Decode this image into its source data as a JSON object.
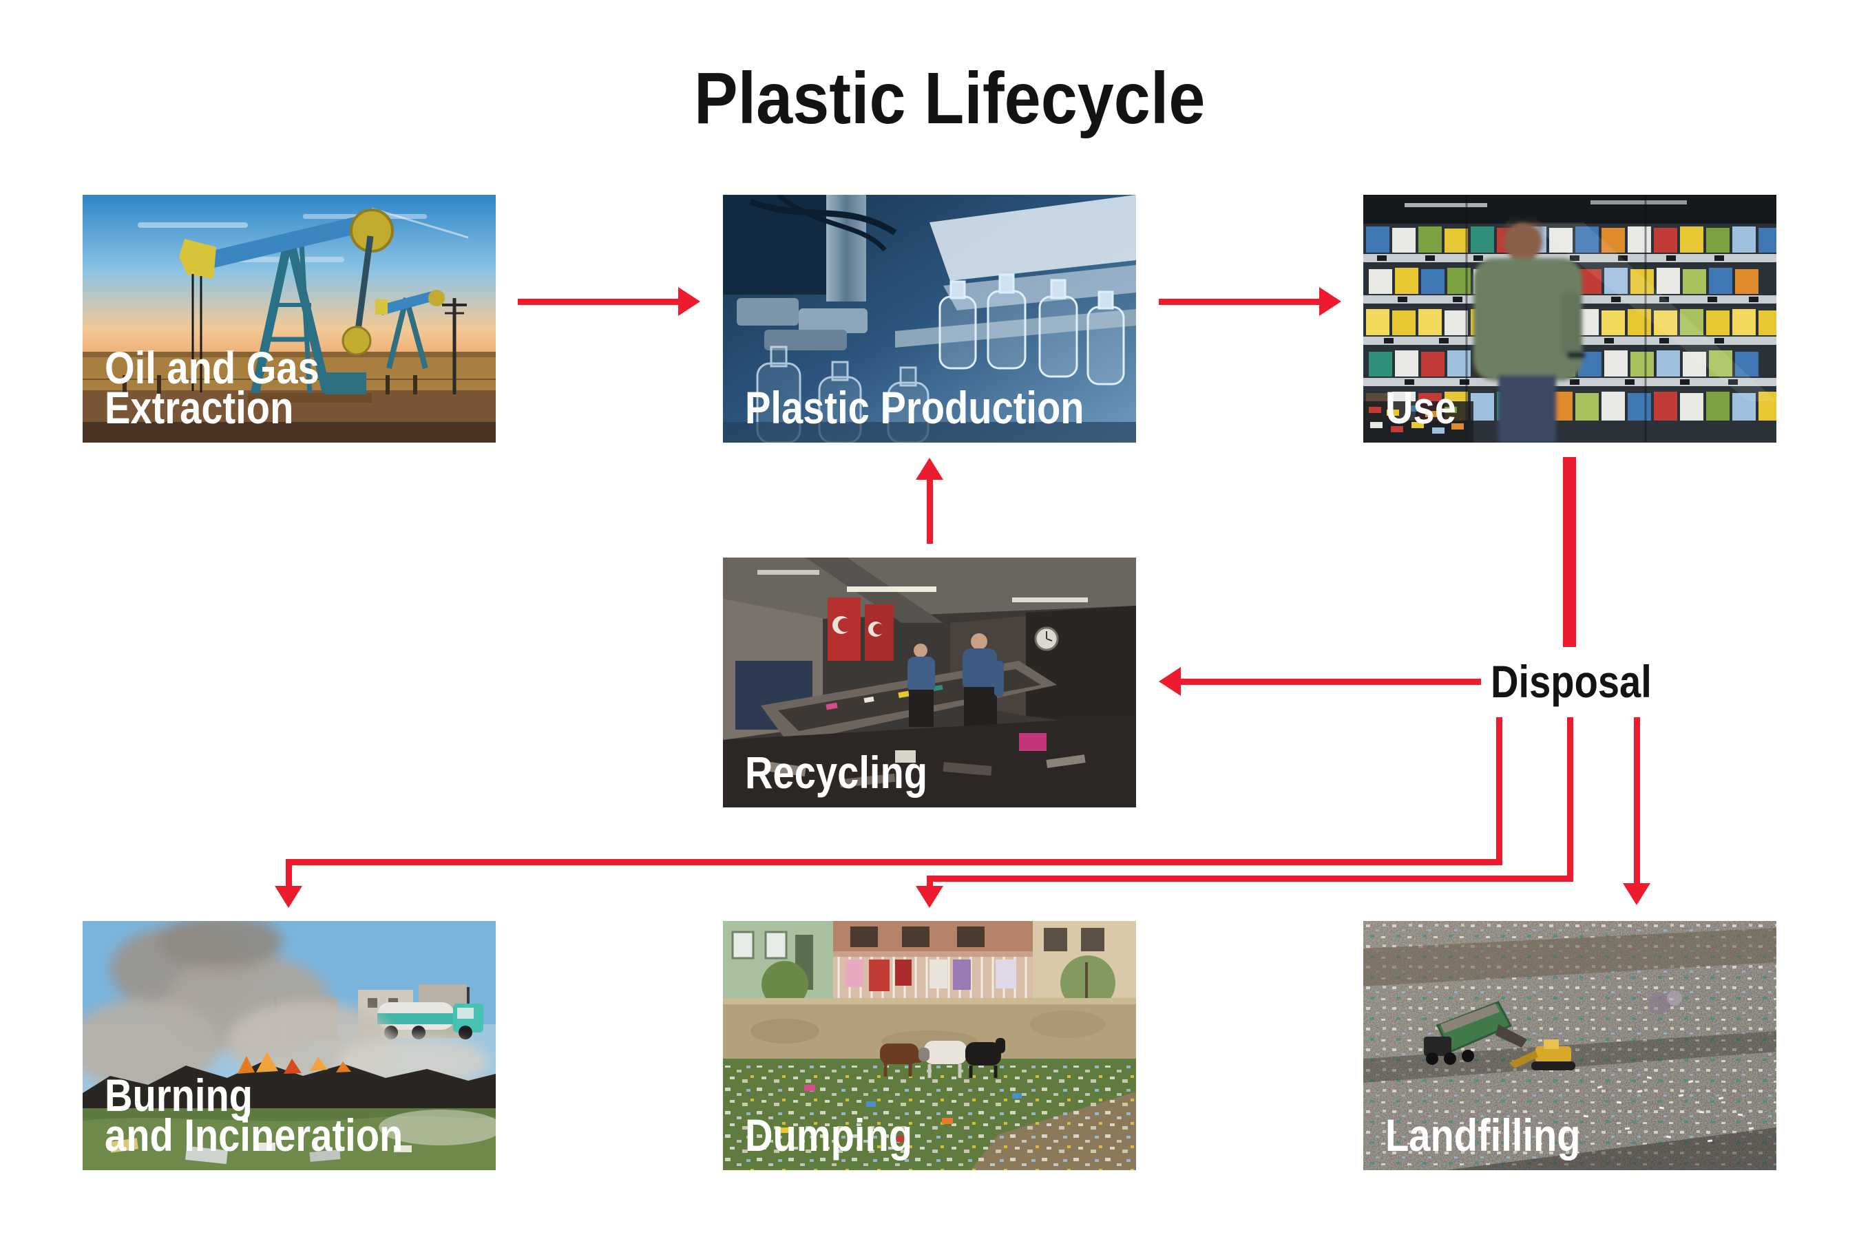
{
  "title": "Plastic Lifecycle",
  "colors": {
    "background": "#ffffff",
    "arrow_red": "#ed1b2e",
    "heading_text": "#131313",
    "photo_label_text": "#ffffff"
  },
  "disposal": {
    "label": "Disposal"
  },
  "nodes": [
    {
      "id": "oil-and-gas-extraction",
      "label_lines": [
        "Oil and Gas",
        "Extraction"
      ],
      "photo_description": "pumpjack at an oil field during sunset"
    },
    {
      "id": "plastic-production",
      "label_lines": [
        "Plastic Production"
      ],
      "photo_description": "blue-toned bottling machine with clear plastic bottles"
    },
    {
      "id": "use",
      "label_lines": [
        "Use"
      ],
      "photo_description": "shopper walking past supermarket refrigerated shelves"
    },
    {
      "id": "recycling",
      "label_lines": [
        "Recycling"
      ],
      "photo_description": "workers sorting waste on a conveyor in a dark facility"
    },
    {
      "id": "burning-and-incineration",
      "label_lines": [
        "Burning",
        "and Incineration"
      ],
      "photo_description": "smoking burning trash pile with tanker truck"
    },
    {
      "id": "dumping",
      "label_lines": [
        "Dumping"
      ],
      "photo_description": "goats grazing on littered lot in front of houses"
    },
    {
      "id": "landfilling",
      "label_lines": [
        "Landfilling"
      ],
      "photo_description": "aerial view of landfill with dump truck and gulls"
    }
  ]
}
